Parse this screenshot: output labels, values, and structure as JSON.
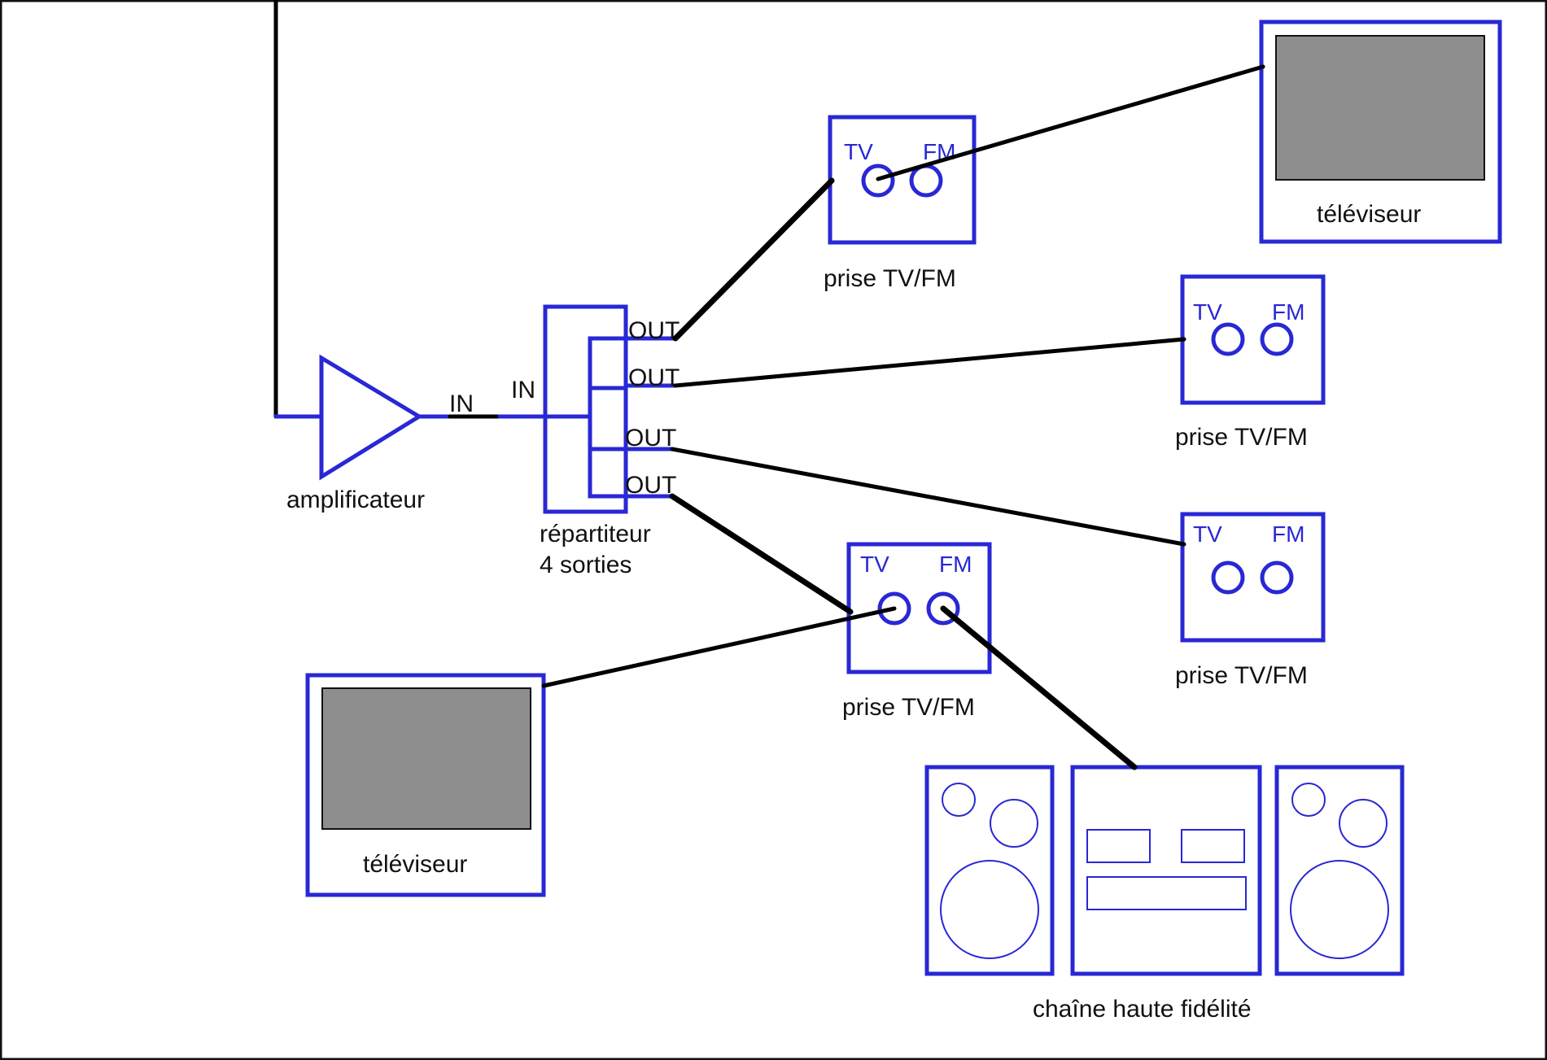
{
  "colors": {
    "diagram_blue": "#2828d4",
    "cable": "#000000",
    "screen_gray": "#8e8e8e",
    "background": "#ffffff"
  },
  "labels": {
    "amplifier": "amplificateur",
    "amp_out_in": "IN",
    "splitter_in": "IN",
    "splitter_line1": "répartiteur",
    "splitter_line2": "4 sorties",
    "out": "OUT",
    "outlet": "prise TV/FM",
    "outlet_tv": "TV",
    "outlet_fm": "FM",
    "television": "téléviseur",
    "hifi": "chaîne haute fidélité"
  }
}
